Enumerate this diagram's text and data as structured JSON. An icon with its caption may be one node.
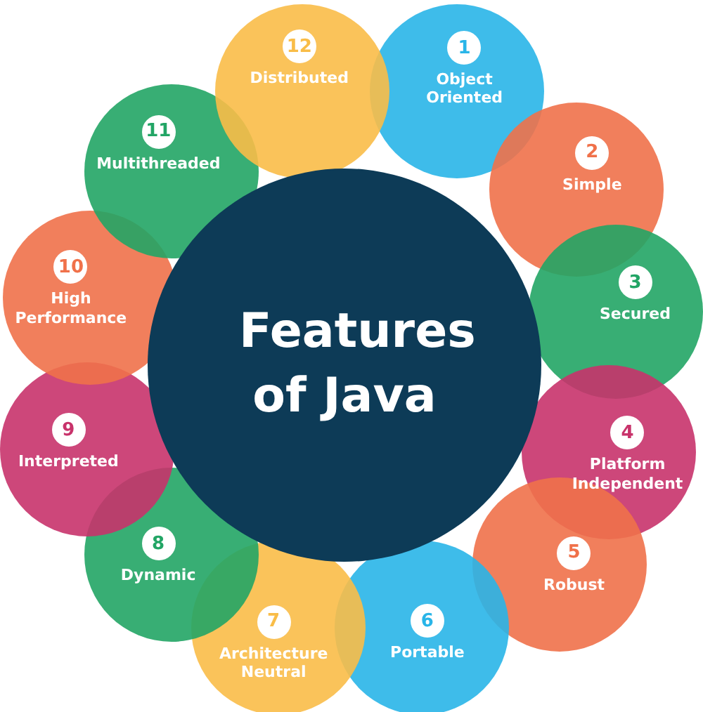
{
  "diagram": {
    "nodes": [
      {
        "text": [
          "Features of Java"
        ]
      },
      {
        "text": [
          "1",
          "Object Oriented"
        ]
      },
      {
        "text": [
          "2",
          "Simple"
        ]
      },
      {
        "text": [
          "3",
          "Secured"
        ]
      },
      {
        "text": [
          "4",
          "Platform Independent"
        ]
      },
      {
        "text": [
          "5",
          "Robust"
        ]
      },
      {
        "text": [
          "6",
          "Portable"
        ]
      },
      {
        "text": [
          "7",
          "Architecture Neutral"
        ]
      },
      {
        "text": [
          "8",
          "Dynamic"
        ]
      },
      {
        "text": [
          "9",
          "Interpreted"
        ]
      },
      {
        "text": [
          "10",
          "High Performance"
        ]
      },
      {
        "text": [
          "11",
          "Multithreaded"
        ]
      },
      {
        "text": [
          "12",
          "Distributed"
        ]
      }
    ],
    "edges": []
  }
}
